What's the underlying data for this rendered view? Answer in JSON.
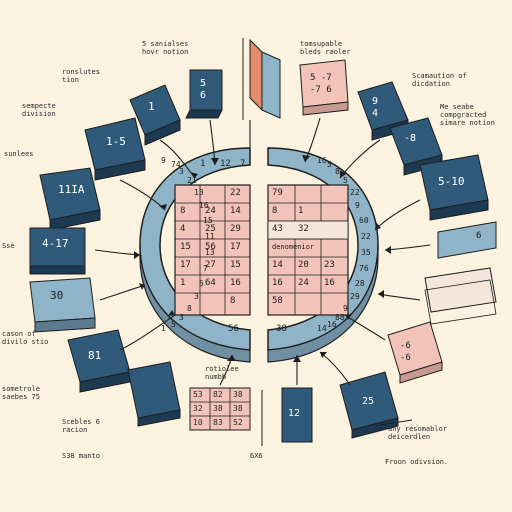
{
  "labels": {
    "top_center": "5 sanialses\nhovr notion",
    "top_right": "tomsupable\nbleds raoler",
    "left_1": "ronslutes\ntion",
    "left_2": "sempecte\ndivision",
    "left_3": "sunlees",
    "right_1": "Scamaution of\ndicdation",
    "right_2": "Me seabe\ncompgracted\nsimare notion",
    "left_4": "Ssè",
    "left_5": "cason of\ndivilo stio",
    "left_6": "sometrole\nsaebes 75",
    "left_7": "Scebles 6\nracion",
    "left_8": "S38 manto",
    "bottom_center": "rotiolee\nnumbb",
    "bottom_axis": "6X6",
    "right_3": "any resomablor\ndeicerdlen",
    "right_4": "Froon odivsion."
  },
  "center": {
    "left_header": [
      "1",
      "12",
      "7"
    ],
    "left_grid": [
      [
        "",
        "",
        "22"
      ],
      [
        "8",
        "24",
        "14"
      ],
      [
        "4",
        "25",
        "29"
      ],
      [
        "15",
        "56",
        "17"
      ],
      [
        "17",
        "27",
        "15"
      ],
      [
        "1",
        "64",
        "16"
      ],
      [
        "",
        "",
        "8"
      ]
    ],
    "right_grid": [
      [
        "79",
        "",
        ""
      ],
      [
        "8",
        "1",
        ""
      ],
      [
        "43",
        "32",
        ""
      ],
      [
        "denomenior",
        "",
        ""
      ],
      [
        "14",
        "20",
        "23"
      ],
      [
        "16",
        "24",
        "16"
      ],
      [
        "58",
        "",
        ""
      ]
    ],
    "ring_left": [
      "1",
      "5",
      "3",
      "8",
      "3",
      "5",
      "7",
      "13",
      "11",
      "15",
      "16",
      "13",
      "21",
      "3",
      "74",
      "9"
    ],
    "ring_right": [
      "16",
      "5",
      "8",
      "5",
      "22",
      "9",
      "60",
      "22",
      "35",
      "76",
      "28",
      "29",
      "9",
      "88",
      "16",
      "14"
    ],
    "bottom_left": "56",
    "bottom_right": "38"
  },
  "tiles": [
    {
      "text": "1"
    },
    {
      "text": "1-5"
    },
    {
      "text": "11IA"
    },
    {
      "text": "4-17"
    },
    {
      "text": "30"
    },
    {
      "text": "81"
    },
    {
      "text": "5\n6"
    },
    {
      "text": "5 -7\n-7 6"
    },
    {
      "text": "9\n4"
    },
    {
      "text": "-8"
    },
    {
      "text": "5-10"
    },
    {
      "text": "6"
    },
    {
      "text": "-6\n-6"
    },
    {
      "text": "25"
    },
    {
      "text": "12"
    }
  ],
  "bottom_table": [
    [
      "53",
      "82",
      "38"
    ],
    [
      "32",
      "38",
      "38"
    ],
    [
      "10",
      "83",
      "52"
    ]
  ],
  "colors": {
    "background": "#fbf3df",
    "tile_blue": "#2f5a7a",
    "ring_blue": "#8fb3c7",
    "grid_pink": "#f2c3b8",
    "grid_light": "#f5e6dc",
    "ink": "#1f1f1f",
    "accent_orange": "#e38b6a"
  }
}
